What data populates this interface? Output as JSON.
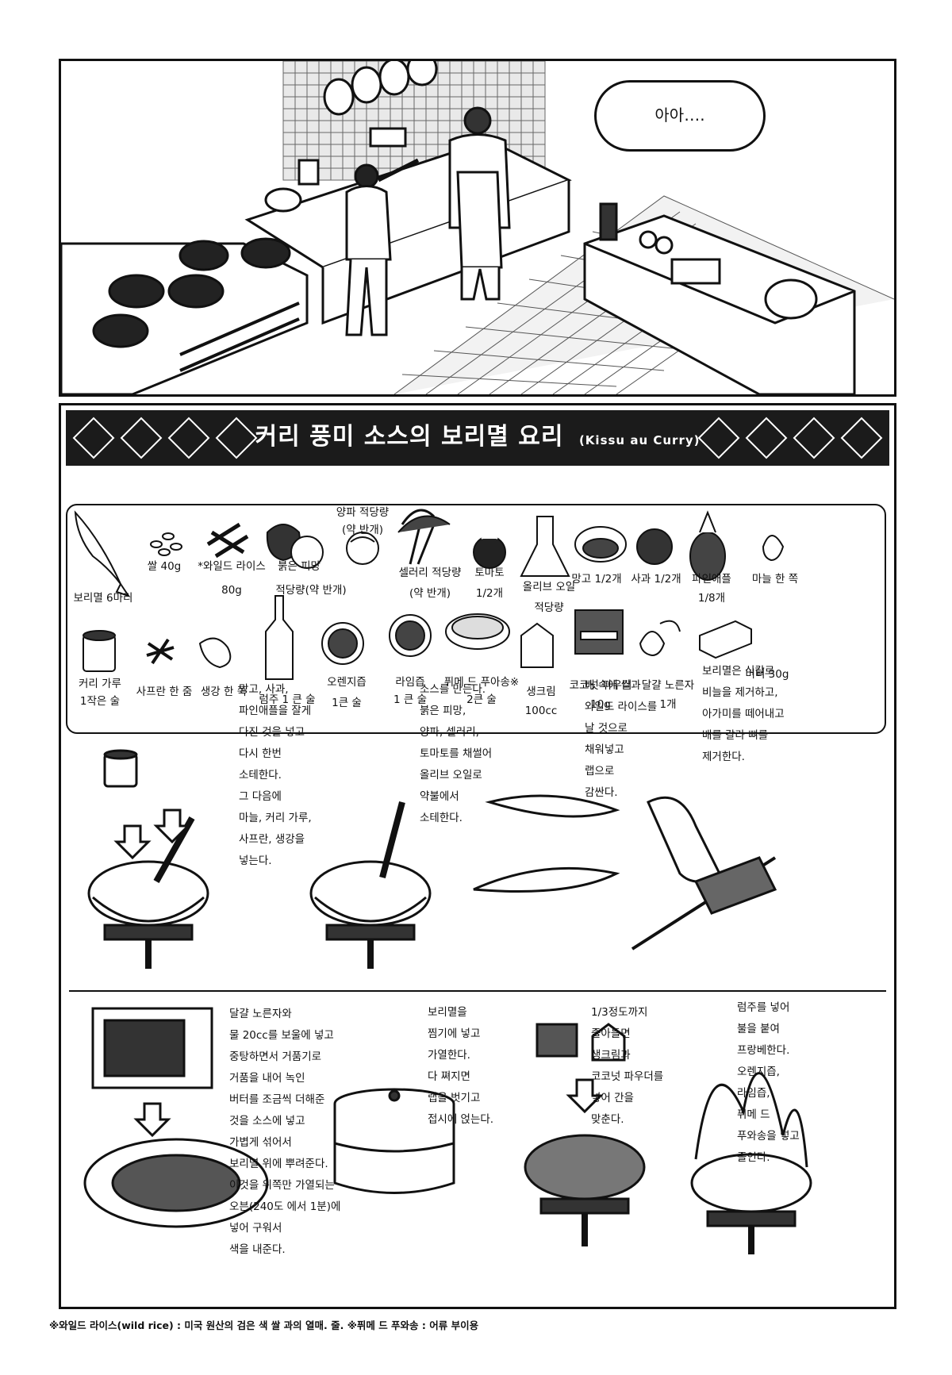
{
  "speech": {
    "text": "아아…."
  },
  "recipe": {
    "title": "커리 풍미 소스의 보리멸 요리",
    "subtitle": "(Kissu au Curry)",
    "ingredients": [
      {
        "name": "보리멸 6마리",
        "icon": "fish-icon"
      },
      {
        "name": "쌀 40g",
        "icon": "rice-icon"
      },
      {
        "name": "*와일드 라이스",
        "amount": "80g",
        "icon": "wild-rice-icon"
      },
      {
        "name": "붉은 피망",
        "amount": "적당량(약 반개)",
        "icon": "pepper-icon"
      },
      {
        "name": "양파 적당량",
        "amount": "(약 반개)",
        "icon": "onion-icon"
      },
      {
        "name": "셀러리 적당량",
        "amount": "(약 반개)",
        "icon": "celery-icon"
      },
      {
        "name": "토마토",
        "amount": "1/2개",
        "icon": "tomato-icon"
      },
      {
        "name": "올리브 오일",
        "amount": "적당량",
        "icon": "olive-oil-icon"
      },
      {
        "name": "망고 1/2개",
        "icon": "mango-icon"
      },
      {
        "name": "사과 1/2개",
        "icon": "apple-icon"
      },
      {
        "name": "파인애플",
        "amount": "1/8개",
        "icon": "pineapple-icon"
      },
      {
        "name": "마늘 한 쪽",
        "icon": "garlic-icon"
      },
      {
        "name": "커리 가루",
        "amount": "1작은 술",
        "icon": "curry-can-icon"
      },
      {
        "name": "사프란 한 줌",
        "icon": "saffron-icon"
      },
      {
        "name": "생강 한 쪽",
        "icon": "ginger-icon"
      },
      {
        "name": "럼주 1 큰 술",
        "icon": "rum-bottle-icon"
      },
      {
        "name": "오렌지즙",
        "amount": "1큰 술",
        "icon": "orange-icon"
      },
      {
        "name": "라임즙",
        "amount": "1 큰 술",
        "icon": "lime-icon"
      },
      {
        "name": "퓌메 드 푸아송※",
        "amount": "2큰 술",
        "icon": "stock-bowl-icon"
      },
      {
        "name": "생크림",
        "amount": "100cc",
        "icon": "cream-carton-icon"
      },
      {
        "name": "코코넛 파우더",
        "amount": "10g",
        "icon": "coconut-powder-icon"
      },
      {
        "name": "달걀 노른자",
        "amount": "1개",
        "icon": "egg-icon"
      },
      {
        "name": "버터 30g",
        "icon": "butter-icon"
      }
    ],
    "steps": [
      {
        "lines": [
          "망고, 사과,",
          "파인애플을 잘게",
          "다진 것을 넣고",
          "다시 한번",
          "소테한다.",
          "그 다음에",
          "마늘, 커리 가루,",
          "사프란, 생강을",
          "넣는다."
        ]
      },
      {
        "lines": [
          "소스를 만든다.",
          "붉은 피망,",
          "양파, 셀러리,",
          "토마토를 채썰어",
          "올리브 오일로",
          "약불에서",
          "소테한다."
        ]
      },
      {
        "lines": [
          "배 속에 쌀과",
          "와일드 라이스를",
          "날 것으로",
          "채워넣고",
          "랩으로",
          "감싼다."
        ]
      },
      {
        "lines": [
          "보리멸은 식칼로",
          "비늘을 제거하고,",
          "아가미를 떼어내고",
          "배를 갈라 뼈를",
          "제거한다."
        ]
      },
      {
        "lines": [
          "달걀 노른자와",
          "물 20cc를 보울에 넣고",
          "중탕하면서 거품기로",
          "거품을 내어 녹인",
          "버터를 조금씩 더해준",
          "것을 소스에 넣고",
          "가볍게 섞어서",
          "보리멸 위에 뿌려준다.",
          "이것을 위쪽만 가열되는",
          "오븐(240도 에서 1분)에",
          "넣어 구워서",
          "색을 내준다."
        ]
      },
      {
        "lines": [
          "보리멸을",
          "찜기에 넣고",
          "가열한다.",
          "다 쪄지면",
          "랩을 벗기고",
          "접시에 얹는다."
        ]
      },
      {
        "lines": [
          "1/3정도까지",
          "졸아들면",
          "생크림과",
          "코코넛 파우더를",
          "넣어 간을",
          "맞춘다."
        ]
      },
      {
        "lines": [
          "럼주를 넣어",
          "불을 붙여",
          "프랑베한다.",
          "오렌지즙,",
          "라임즙,",
          "퓌메 드",
          "푸와송을 넣고",
          "졸인다."
        ]
      }
    ],
    "footnote": "※와일드 라이스(wild rice) : 미국 원산의 검은 색 쌀 과의 열매. 줄. ※퓌메 드 푸와송 : 어류 부이용"
  }
}
